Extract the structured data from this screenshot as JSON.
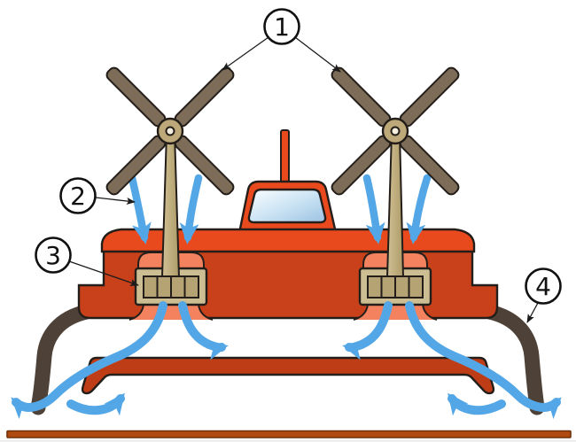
{
  "diagram": {
    "title": "hovercraft-cross-section-diagram",
    "callouts": [
      {
        "label": "1"
      },
      {
        "label": "2"
      },
      {
        "label": "3"
      },
      {
        "label": "4"
      }
    ],
    "colors": {
      "deck": "#E8491D",
      "hull": "#C8411B",
      "platform": "#BF3D16",
      "recess": "#F4825F",
      "airflow": "#54A7E6",
      "wood": "#BCA878",
      "wood_frame": "#CDBD92",
      "wood_cell": "#B5A373",
      "blade": "#7D6C57",
      "skirt": "#4D4138",
      "ground": "#B04A10",
      "ground_edge": "#6E3109",
      "outline": "#241E1A",
      "window_light": "#FBFDFF",
      "window_dark": "#9CC2E2"
    }
  }
}
